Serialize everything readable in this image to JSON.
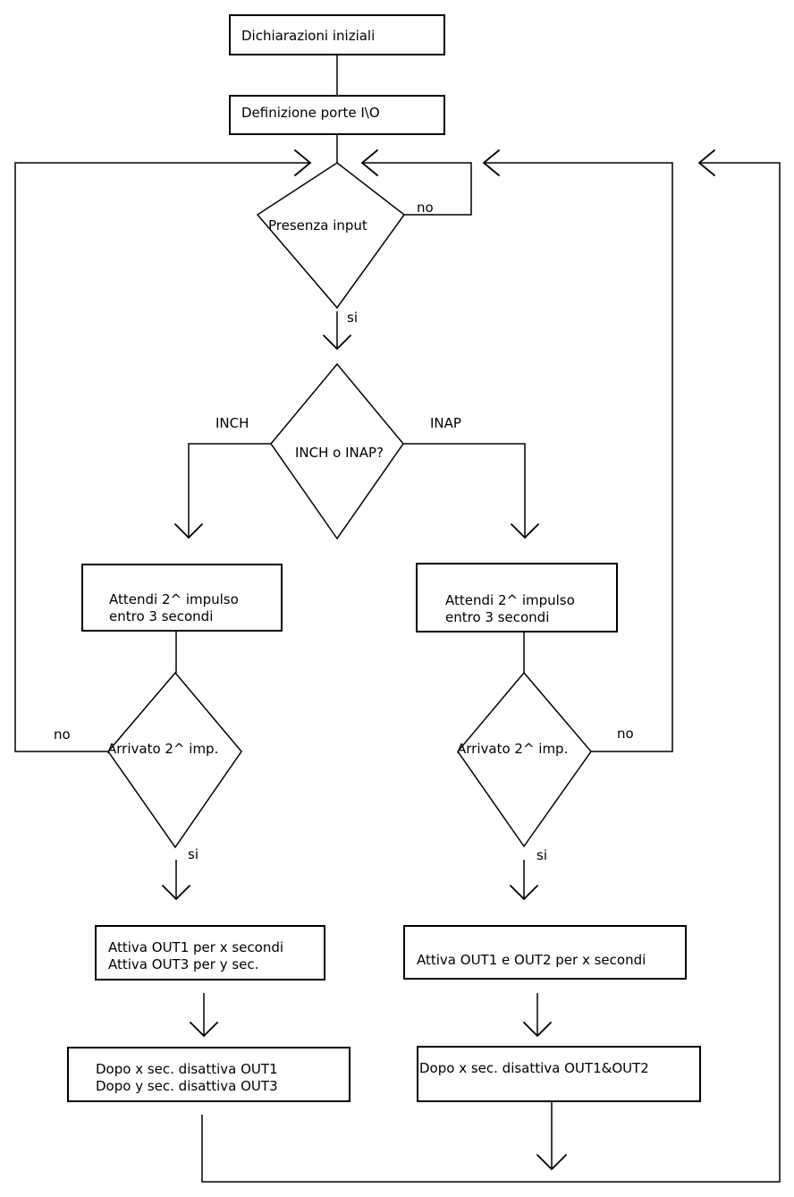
{
  "diagram": {
    "background": "#ffffff",
    "stroke_color": "#000000",
    "nodes": {
      "dichiarazioni": {
        "type": "process",
        "label": "Dichiarazioni iniziali"
      },
      "definizione": {
        "type": "process",
        "label": "Definizione porte I\\O"
      },
      "presenza": {
        "type": "decision",
        "label": "Presenza input"
      },
      "inch_o_inap": {
        "type": "decision",
        "label": "INCH o INAP?"
      },
      "attendi_inch": {
        "type": "process",
        "lines": [
          "Attendi 2^ impulso",
          "entro 3 secondi"
        ]
      },
      "attendi_inap": {
        "type": "process",
        "lines": [
          "Attendi 2^ impulso",
          "entro 3 secondi"
        ]
      },
      "arrivato_inch": {
        "type": "decision",
        "label": "Arrivato 2^ imp."
      },
      "arrivato_inap": {
        "type": "decision",
        "label": "Arrivato 2^ imp."
      },
      "attiva_inch": {
        "type": "process",
        "lines": [
          "Attiva OUT1 per x secondi",
          "Attiva OUT3 per y sec."
        ]
      },
      "attiva_inap": {
        "type": "process",
        "label": "Attiva OUT1 e OUT2 per x secondi"
      },
      "disattiva_inch": {
        "type": "process",
        "lines": [
          "Dopo x sec. disattiva OUT1",
          "Dopo y sec. disattiva OUT3"
        ]
      },
      "disattiva_inap": {
        "type": "process",
        "label": "Dopo x sec. disattiva OUT1&OUT2"
      }
    },
    "edge_labels": {
      "no": "no",
      "si": "si",
      "inch": "INCH",
      "inap": "INAP"
    }
  }
}
